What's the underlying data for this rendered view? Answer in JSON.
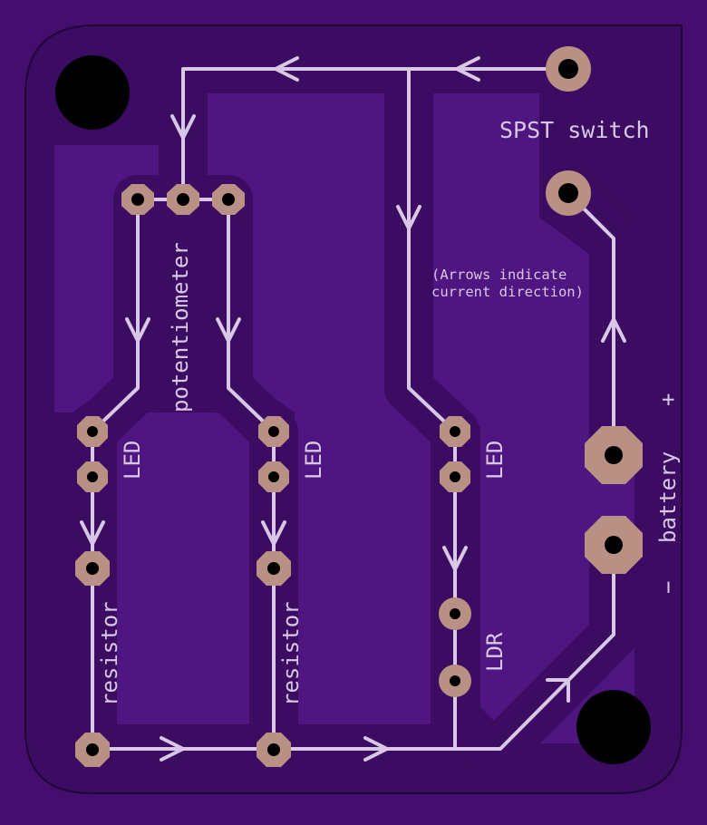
{
  "colors": {
    "background": "#450e6e",
    "board": "#3c0c62",
    "pour": "#4f1581",
    "clearance": "#3c0c62",
    "silkscreen": "#d8c8e6",
    "pad_copper": "#b89184",
    "drill": "#000000",
    "board_outline": "#1f0536"
  },
  "labels": {
    "switch": "SPST switch",
    "potentiometer": "potentiometer",
    "led": "LED",
    "resistor": "resistor",
    "ldr": "LDR",
    "battery": "battery",
    "battery_plus": "+",
    "battery_minus": "−",
    "note_line1": "(Arrows indicate",
    "note_line2": "current direction)"
  }
}
